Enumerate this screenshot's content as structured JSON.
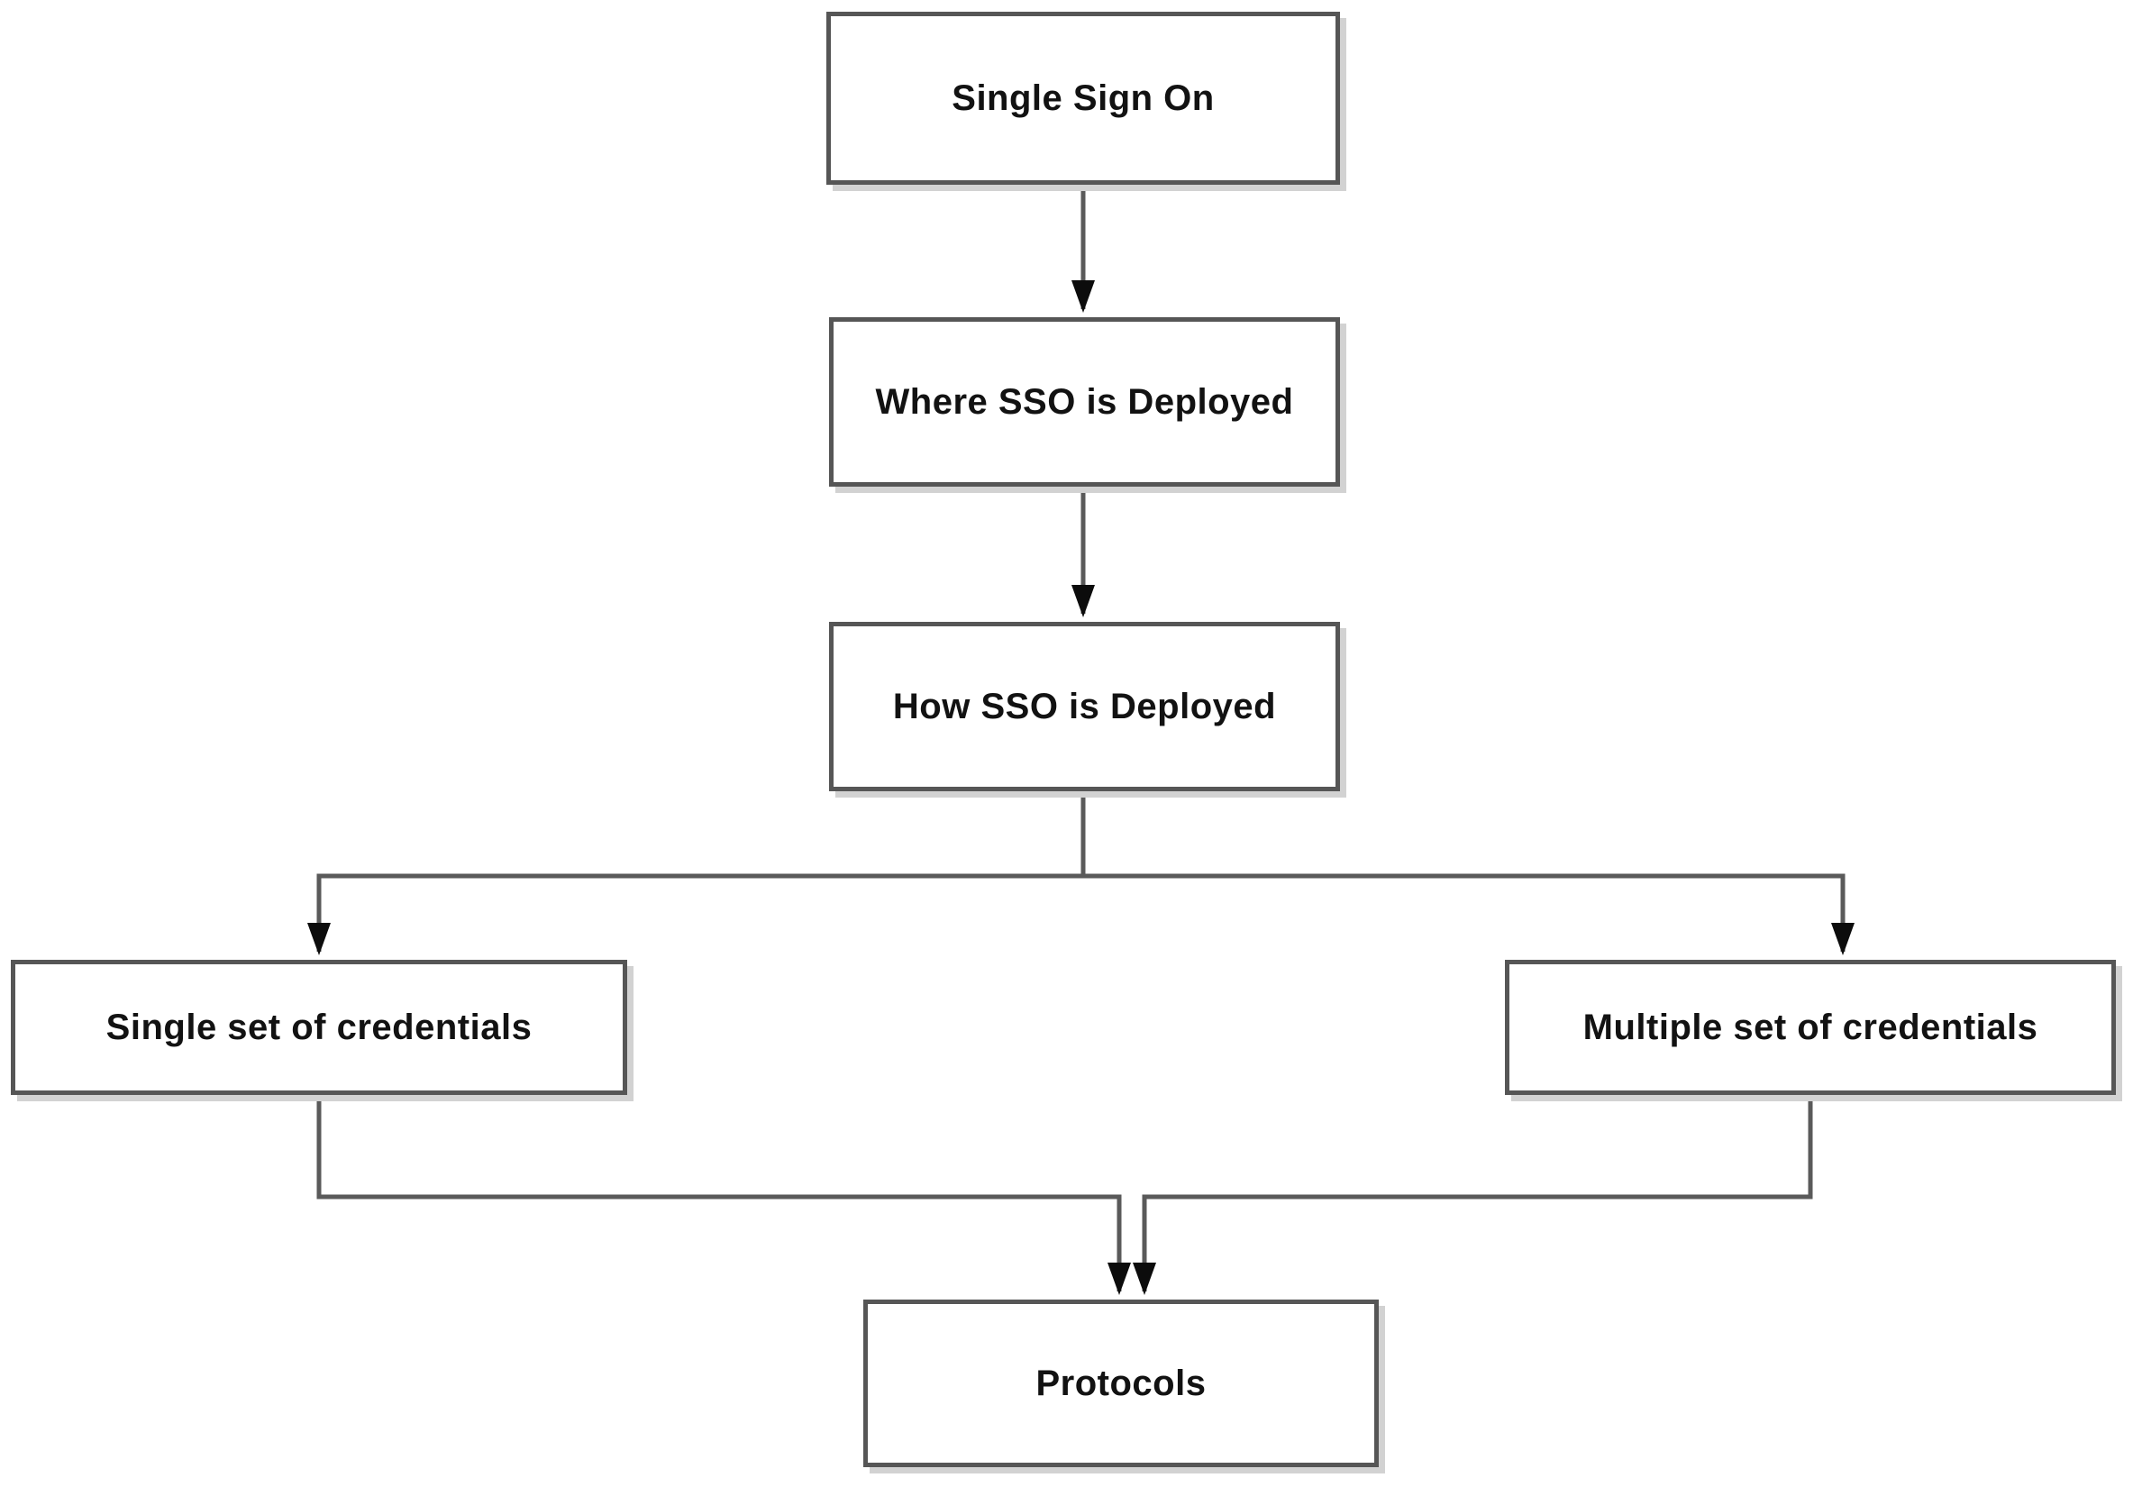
{
  "diagram": {
    "nodes": {
      "sso": {
        "label": "Single Sign On"
      },
      "where": {
        "label": "Where SSO is Deployed"
      },
      "how": {
        "label": "How SSO is Deployed"
      },
      "single": {
        "label": "Single set of credentials"
      },
      "multiple": {
        "label": "Multiple set of credentials"
      },
      "protocols": {
        "label": "Protocols"
      }
    },
    "edges": [
      {
        "from": "sso",
        "to": "where"
      },
      {
        "from": "where",
        "to": "how"
      },
      {
        "from": "how",
        "to": "single"
      },
      {
        "from": "how",
        "to": "multiple"
      },
      {
        "from": "single",
        "to": "protocols"
      },
      {
        "from": "multiple",
        "to": "protocols"
      }
    ],
    "colors": {
      "box_border": "#565656",
      "line": "#5a5a5a",
      "arrow": "#0c0c0c",
      "text": "#121212",
      "background": "#ffffff",
      "shadow": "#d2d2d2"
    }
  }
}
